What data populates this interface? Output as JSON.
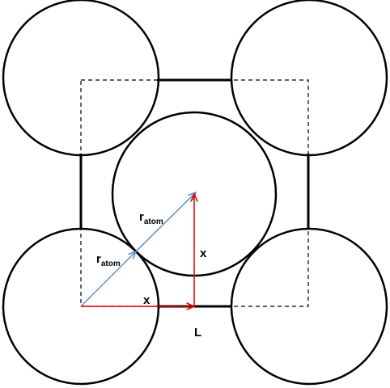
{
  "labels": {
    "r_atom_outer": {
      "main": "r",
      "sub": "atom"
    },
    "r_atom_inner": {
      "main": "r",
      "sub": "atom"
    },
    "x_vertical": "x",
    "x_horizontal": "x",
    "edge_length": "L"
  },
  "colors": {
    "atom_outline": "#000000",
    "cell_edge": "#000000",
    "radius_vector": "#5b8fd0",
    "x_vector": "#e00000"
  }
}
